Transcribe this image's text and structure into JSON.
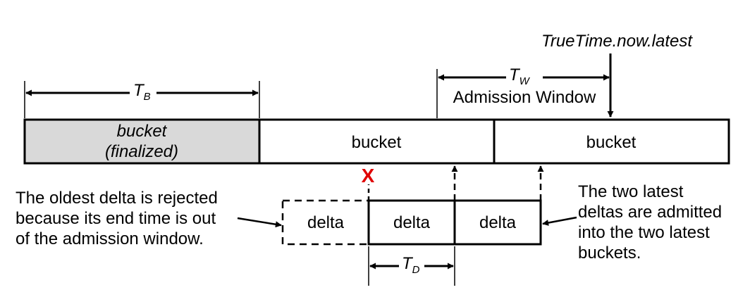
{
  "labels": {
    "truetime": "TrueTime.now.latest",
    "tw_main": "T",
    "tw_sub": "W",
    "admission_window": "Admission Window",
    "tb_main": "T",
    "tb_sub": "B",
    "td_main": "T",
    "td_sub": "D",
    "reject_mark": "X"
  },
  "buckets": [
    {
      "line1": "bucket",
      "line2": "(finalized)",
      "fill": "#d9d9d9"
    },
    {
      "line1": "bucket",
      "fill": "#ffffff"
    },
    {
      "line1": "bucket",
      "fill": "#ffffff"
    }
  ],
  "deltas": [
    {
      "label": "delta",
      "status": "rejected"
    },
    {
      "label": "delta",
      "status": "admitted"
    },
    {
      "label": "delta",
      "status": "admitted"
    }
  ],
  "notes": {
    "left": [
      "The oldest delta is rejected",
      "because its end time is out",
      "of the admission window."
    ],
    "right": [
      "The two latest",
      "deltas are admitted",
      "into the two latest",
      "buckets."
    ]
  },
  "colors": {
    "reject": "#e00000",
    "finalized_fill": "#d9d9d9"
  }
}
